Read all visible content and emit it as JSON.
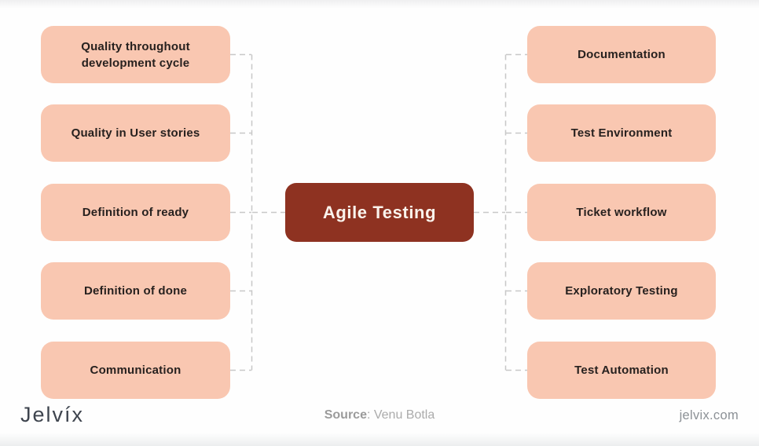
{
  "diagram": {
    "title": "Agile Testing",
    "left_items": [
      "Quality throughout development cycle",
      "Quality in User stories",
      "Definition of ready",
      "Definition of done",
      "Communication"
    ],
    "right_items": [
      "Documentation",
      "Test Environment",
      "Ticket workflow",
      "Exploratory Testing",
      "Test Automation"
    ]
  },
  "footer": {
    "logo": "Jelvíx",
    "source_label": "Source",
    "source_rest": ": Venu Botla",
    "website": "jelvix.com"
  },
  "colors": {
    "node_fill": "#F9C7B1",
    "node_text": "#27211F",
    "center_fill": "#8E3221",
    "center_text": "#FAF3EC",
    "connector": "#C8C8C8",
    "footer_text": "#9B9B9B"
  }
}
